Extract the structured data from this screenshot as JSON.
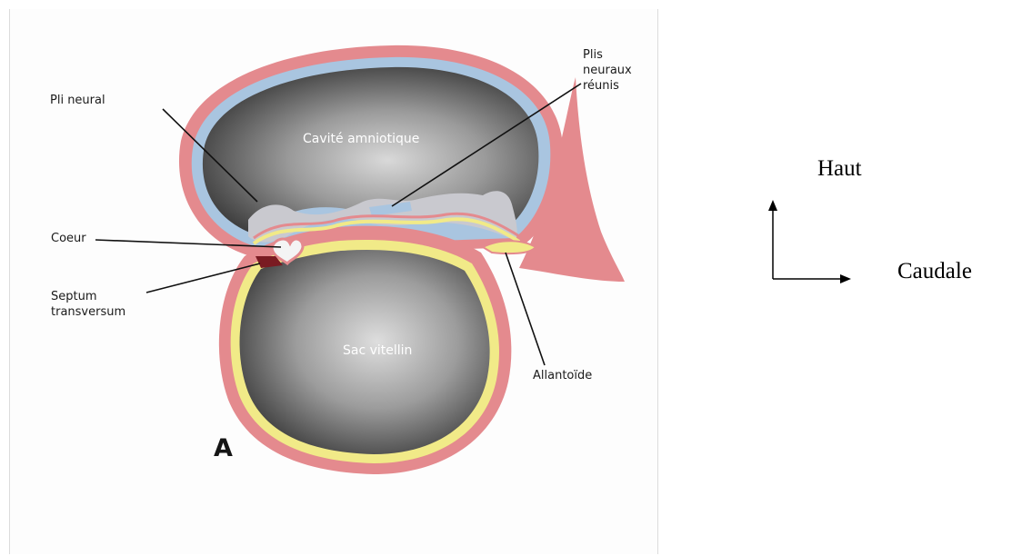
{
  "figure": {
    "panel_letter": "A",
    "labels": {
      "pli_neural": "Pli neural",
      "plis_neuraux_reunis": "Plis\nneuraux\nréunis",
      "cavite_amniotique": "Cavité amniotique",
      "coeur": "Coeur",
      "septum_transversum": "Septum\ntransversum",
      "sac_vitellin": "Sac vitellin",
      "allantoide": "Allantoïde"
    },
    "colors": {
      "ectoderm_pink": "#e48a8e",
      "amnion_blue": "#a9c5e0",
      "endoderm_yellow": "#f1ea88",
      "cavity_dark": "#3a3a3a",
      "cavity_light": "#c8c8c8"
    }
  },
  "orientation": {
    "up_label": "Haut",
    "right_label": "Caudale"
  }
}
